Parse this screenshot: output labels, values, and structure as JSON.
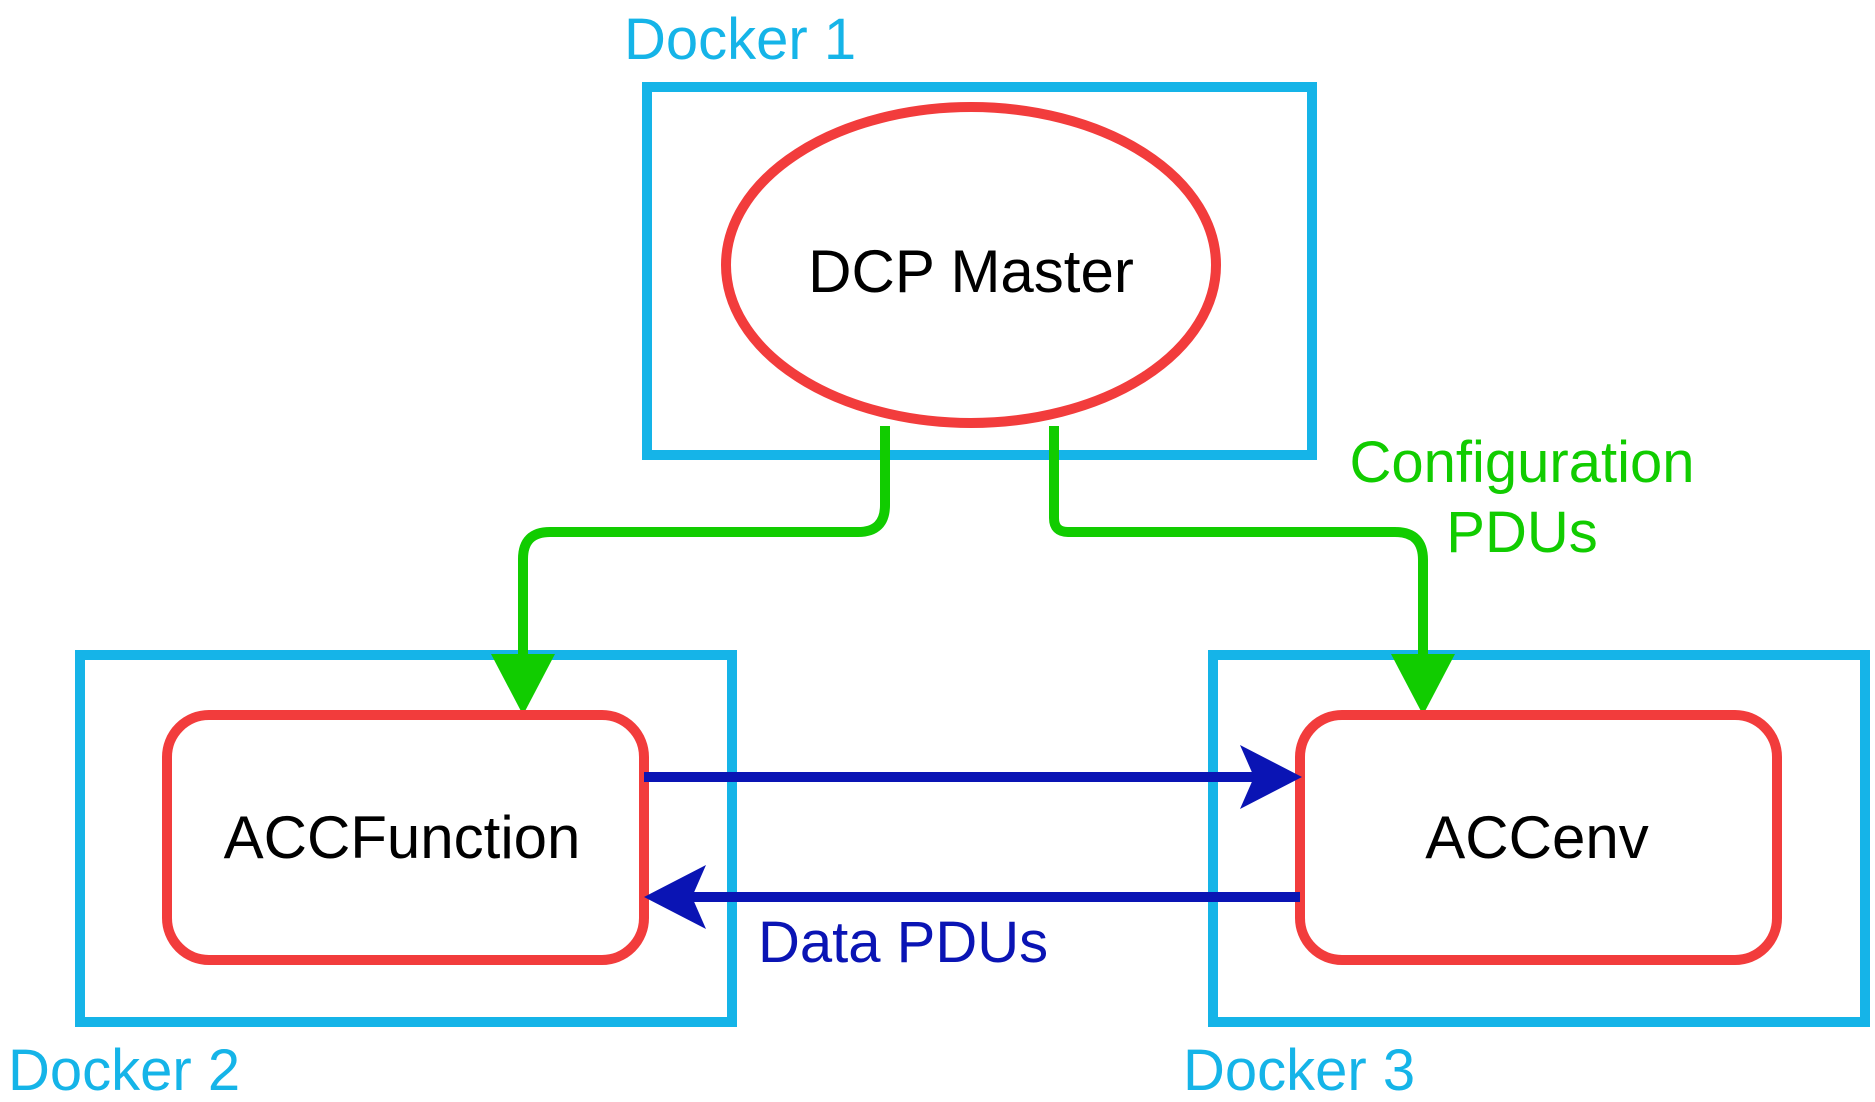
{
  "colors": {
    "docker_border": "#15b4e8",
    "component_border": "#f23c3c",
    "config_arrow": "#11cc00",
    "data_arrow": "#0a14b4",
    "text": "#000000"
  },
  "dockers": {
    "docker1": {
      "label": "Docker 1"
    },
    "docker2": {
      "label": "Docker 2"
    },
    "docker3": {
      "label": "Docker 3"
    }
  },
  "components": {
    "master": {
      "label": "DCP Master",
      "shape": "ellipse"
    },
    "function": {
      "label": "ACCFunction",
      "shape": "rounded-rectangle"
    },
    "env": {
      "label": "ACCenv",
      "shape": "rounded-rectangle"
    }
  },
  "connections": {
    "configuration": {
      "label_line1": "Configuration",
      "label_line2": "PDUs",
      "from": "DCP Master",
      "to": [
        "ACCFunction",
        "ACCenv"
      ]
    },
    "data": {
      "label": "Data PDUs",
      "links": [
        {
          "from": "ACCFunction",
          "to": "ACCenv"
        },
        {
          "from": "ACCenv",
          "to": "ACCFunction"
        }
      ]
    }
  }
}
